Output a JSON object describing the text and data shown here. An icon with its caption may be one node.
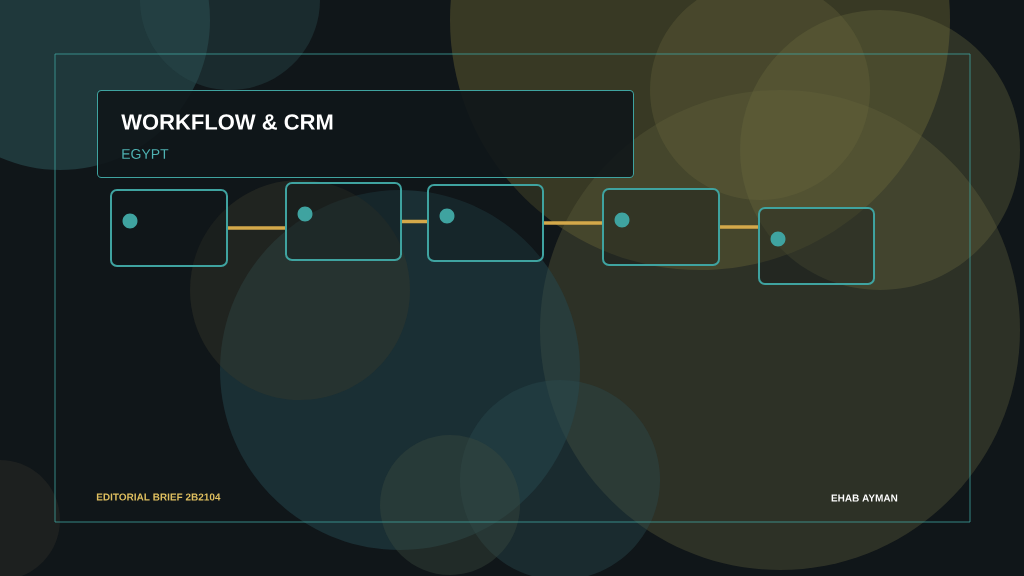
{
  "diagram": {
    "nodes": [
      {
        "text": [
          "WORKFLOW & CRM",
          "EGYPT"
        ]
      },
      {
        "text": [],
        "shape": "box"
      },
      {
        "text": [],
        "shape": "box"
      },
      {
        "text": [],
        "shape": "box"
      },
      {
        "text": [],
        "shape": "box"
      },
      {
        "text": [],
        "shape": "box"
      }
    ],
    "edges": [
      {
        "from": 1,
        "to": 2,
        "arrow": "none"
      },
      {
        "from": 2,
        "to": 3,
        "arrow": "none"
      },
      {
        "from": 3,
        "to": 4,
        "arrow": "none"
      },
      {
        "from": 4,
        "to": 5,
        "arrow": "none"
      }
    ],
    "labels": [
      "EDITORIAL BRIEF  2B2104",
      "EHAB AYMAN"
    ]
  }
}
